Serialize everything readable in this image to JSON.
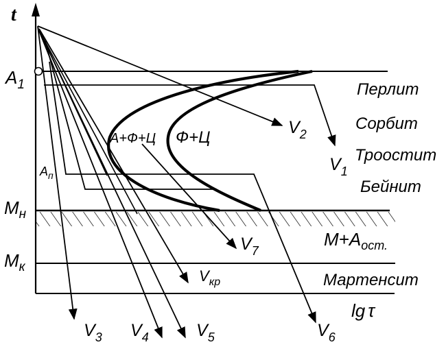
{
  "axes": {
    "y_label": "t",
    "x_label_main": "lg",
    "x_label_sym": "τ"
  },
  "levels": {
    "a1": {
      "main": "A",
      "sub": "1"
    },
    "mn": {
      "main": "M",
      "sub": "н"
    },
    "mk": {
      "main": "M",
      "sub": "к"
    }
  },
  "phases": {
    "pearlite": "Перлит",
    "sorbite": "Сорбит",
    "troostite": "Троостит",
    "bainite": "Бейнит",
    "martensite_austenite": {
      "main": "M+A",
      "sub": "ост."
    },
    "martensite": "Мартенсит"
  },
  "regions": {
    "left": "А+Ф+Ц",
    "right": "Ф+Ц",
    "austenite_under": {
      "main": "A",
      "sub": "п"
    }
  },
  "rates": {
    "v1": {
      "main": "V",
      "sub": "1"
    },
    "v2": {
      "main": "V",
      "sub": "2"
    },
    "v3": {
      "main": "V",
      "sub": "3"
    },
    "v4": {
      "main": "V",
      "sub": "4"
    },
    "v5": {
      "main": "V",
      "sub": "5"
    },
    "v6": {
      "main": "V",
      "sub": "6"
    },
    "v7": {
      "main": "V",
      "sub": "7"
    },
    "vkr": {
      "main": "V",
      "sub": "кр"
    }
  }
}
